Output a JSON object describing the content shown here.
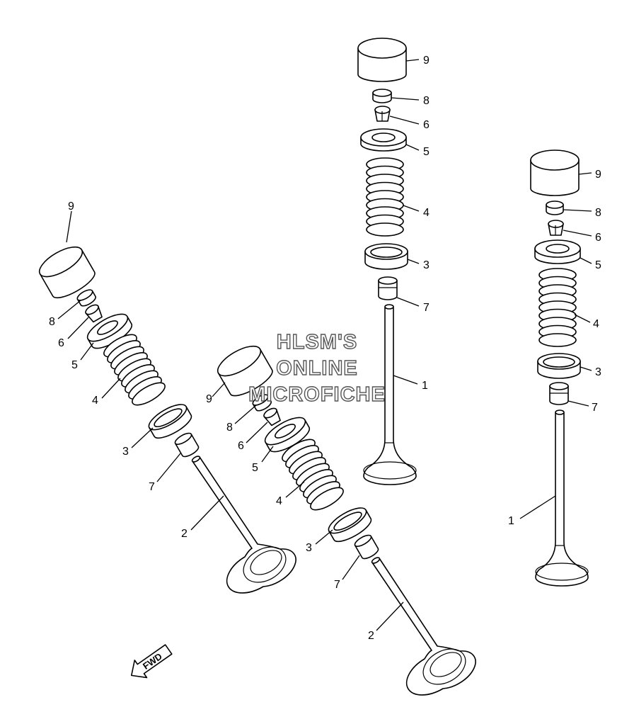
{
  "watermark": {
    "line1": "HLSM'S",
    "line2": "ONLINE",
    "line3": "MICROFICHE"
  },
  "fwd_label": "FWD",
  "assemblies": [
    {
      "id": "left",
      "callouts": [
        "9",
        "8",
        "6",
        "5",
        "4",
        "3",
        "7",
        "2"
      ]
    },
    {
      "id": "center",
      "callouts": [
        "9",
        "8",
        "6",
        "5",
        "4",
        "3",
        "7",
        "2"
      ]
    },
    {
      "id": "top-middle",
      "callouts": [
        "9",
        "8",
        "6",
        "5",
        "4",
        "3",
        "7",
        "1"
      ]
    },
    {
      "id": "right",
      "callouts": [
        "9",
        "8",
        "6",
        "5",
        "4",
        "3",
        "7",
        "1"
      ]
    }
  ]
}
